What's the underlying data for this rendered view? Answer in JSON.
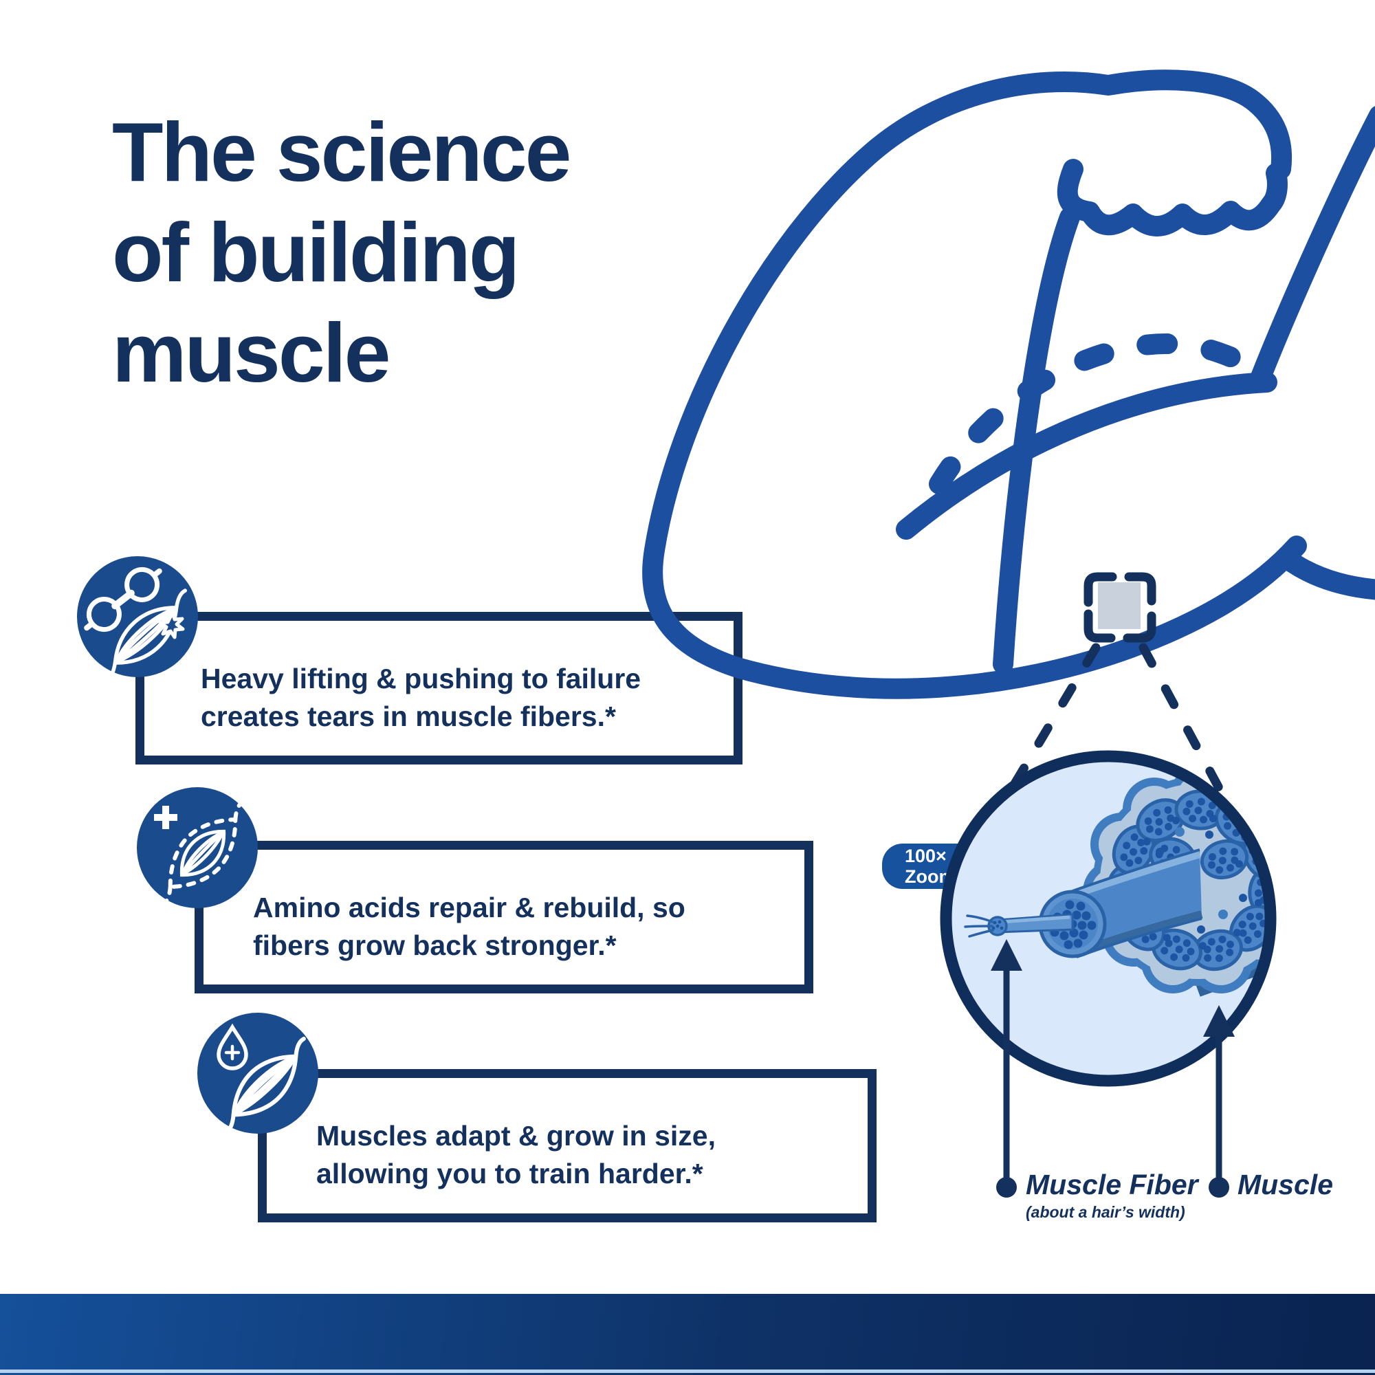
{
  "title": "The science\nof building\nmuscle",
  "callouts": [
    {
      "icon": "dumbbell-torn-muscle-icon",
      "text": "Heavy lifting & pushing to failure\ncreates tears in muscle fibers.*"
    },
    {
      "icon": "plus-muscle-repair-icon",
      "text": "Amino acids repair & rebuild, so\nfibers grow back stronger.*"
    },
    {
      "icon": "droplet-muscle-growth-icon",
      "text": "Muscles adapt & grow in size,\nallowing you to train harder.*"
    }
  ],
  "zoom_inset": {
    "badge_line1": "100×",
    "badge_line2": "Zoom",
    "fiber_label": "Muscle Fiber",
    "fiber_sublabel": "(about a hair’s width)",
    "muscle_label": "Muscle"
  },
  "colors": {
    "navy_text": "#14315d",
    "arm_blue": "#1d4fa0",
    "icon_circle_blue": "#1a4b8d",
    "badge_blue": "#17529e",
    "inset_fill": "#d9e9fb",
    "inset_border": "#0f2e5b",
    "bundle_fill": "#4c86c8",
    "bundle_outline": "#2a62a8",
    "bundle_dots": "#1d55a2",
    "zoom_target_square": "#c9d2dc",
    "footer_gradient_start": "#15509a",
    "footer_gradient_end": "#0a2350",
    "footer_accent_line": "#b5d2ef"
  }
}
